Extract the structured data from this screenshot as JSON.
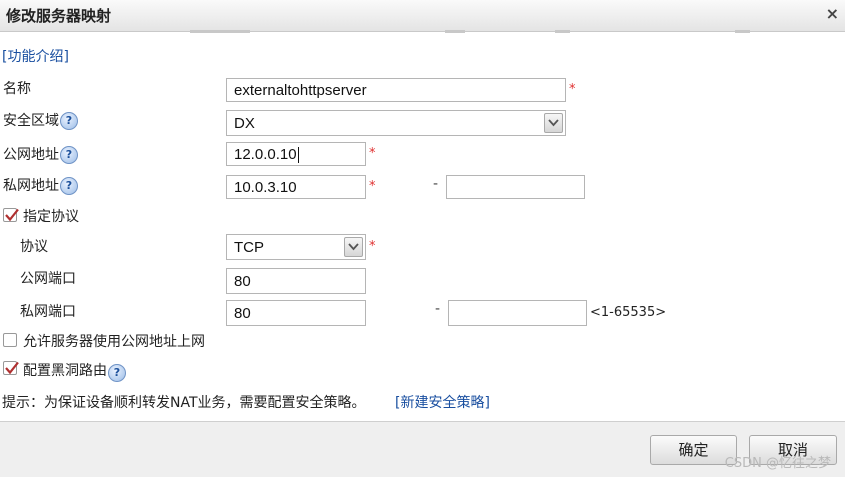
{
  "dialog": {
    "title": "修改服务器映射",
    "close_symbol": "×"
  },
  "intro_link": "[功能介绍]",
  "help_symbol": "?",
  "required_mark": "*",
  "range_dash": "-",
  "fields": {
    "name": {
      "label": "名称",
      "value": "externaltohttpserver"
    },
    "zone": {
      "label": "安全区域",
      "value": "DX"
    },
    "public_addr": {
      "label": "公网地址",
      "value": "12.0.0.10"
    },
    "private_addr": {
      "label": "私网地址",
      "value": "10.0.3.10",
      "end_value": ""
    },
    "specify_protocol": {
      "label": "指定协议",
      "checked": true
    },
    "protocol": {
      "label": "协议",
      "value": "TCP"
    },
    "public_port": {
      "label": "公网端口",
      "value": "80"
    },
    "private_port": {
      "label": "私网端口",
      "value": "80",
      "end_value": "",
      "range_hint": "<1-65535>"
    },
    "allow_public": {
      "label": "允许服务器使用公网地址上网",
      "checked": false
    },
    "blackhole": {
      "label": "配置黑洞路由",
      "checked": true
    }
  },
  "hint": {
    "text": "提示：为保证设备顺利转发NAT业务，需要配置安全策略。",
    "link": "[新建安全策略]"
  },
  "buttons": {
    "ok": "确定",
    "cancel": "取消"
  },
  "watermark": "CSDN @忆往之梦",
  "colors": {
    "link": "#1a4fa0",
    "required": "#e03030",
    "checkmark": "#b03030"
  }
}
